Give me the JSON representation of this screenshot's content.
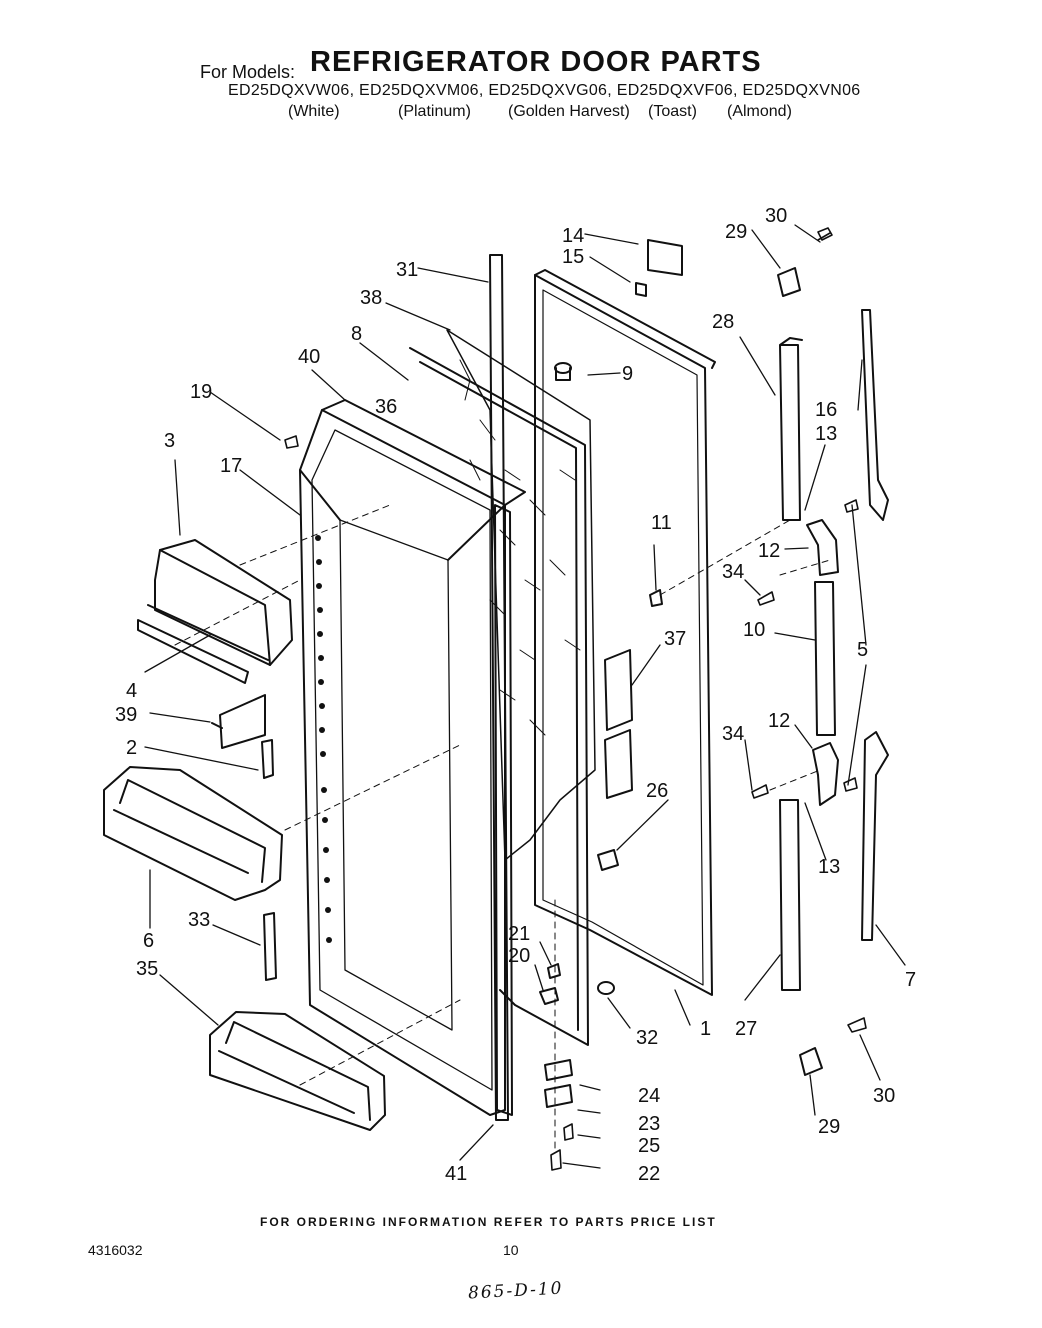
{
  "header": {
    "for_models_label": "For Models:",
    "title": "REFRIGERATOR DOOR PARTS",
    "models": "ED25DQXVW06, ED25DQXVM06, ED25DQXVG06, ED25DQXVF06, ED25DQXVN06",
    "colors": [
      "(White)",
      "(Platinum)",
      "(Golden Harvest)",
      "(Toast)",
      "(Almond)"
    ]
  },
  "callouts": [
    "1",
    "2",
    "3",
    "4",
    "5",
    "6",
    "7",
    "8",
    "9",
    "10",
    "11",
    "12",
    "12",
    "13",
    "13",
    "14",
    "15",
    "16",
    "17",
    "19",
    "20",
    "21",
    "22",
    "23",
    "24",
    "25",
    "26",
    "27",
    "28",
    "29",
    "29",
    "30",
    "30",
    "31",
    "32",
    "33",
    "34",
    "34",
    "35",
    "36",
    "37",
    "38",
    "39",
    "40",
    "41"
  ],
  "footer": {
    "ordering_note": "FOR ORDERING INFORMATION REFER TO PARTS PRICE LIST",
    "document_number": "4316032",
    "page_number": "10",
    "handwritten_code": "865-D-10"
  }
}
